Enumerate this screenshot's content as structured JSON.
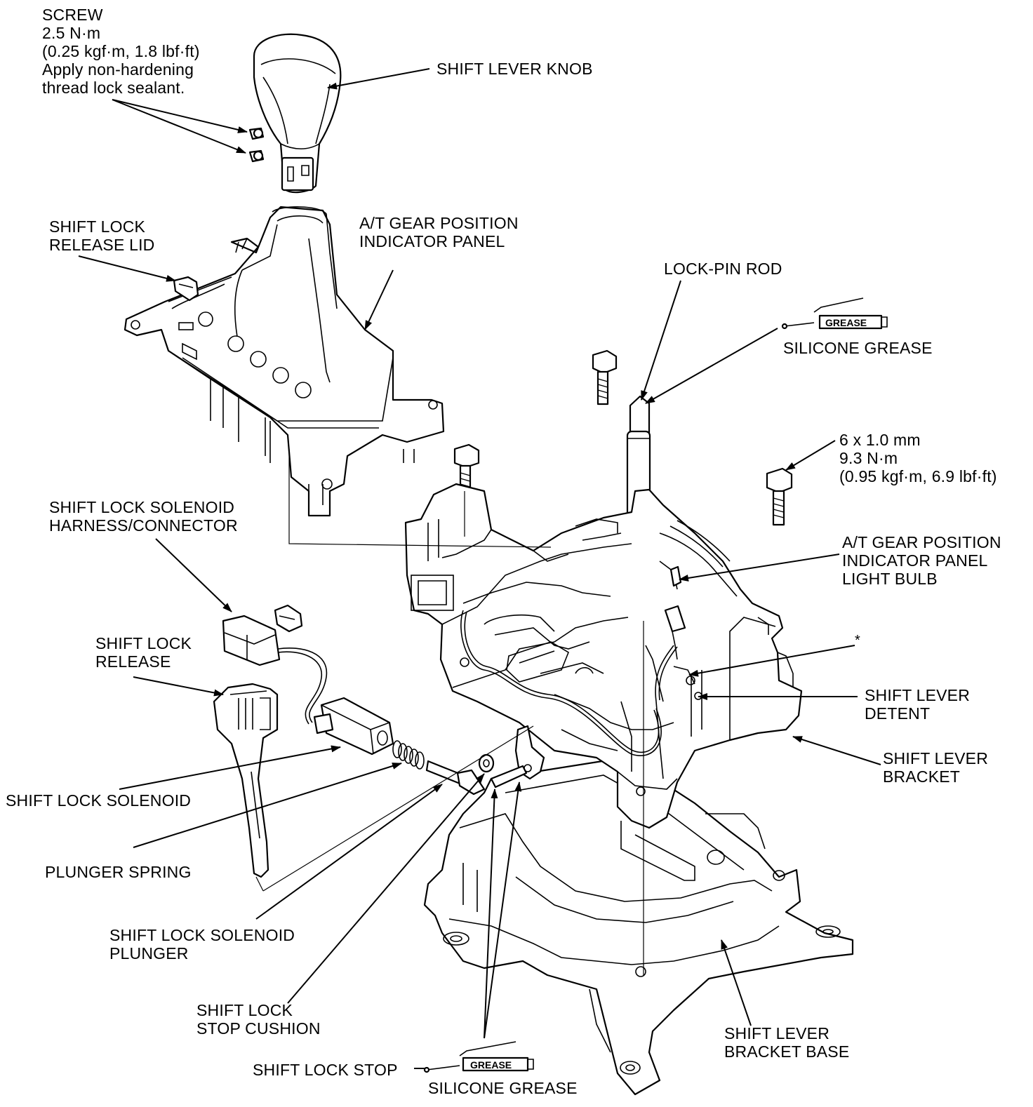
{
  "labels": {
    "screw": [
      "SCREW",
      "2.5 N·m",
      "(0.25 kgf·m, 1.8 lbf·ft)",
      "Apply non-hardening",
      "thread lock sealant."
    ],
    "shift_lever_knob": [
      "SHIFT LEVER KNOB"
    ],
    "shift_lock_release_lid": [
      "SHIFT LOCK",
      "RELEASE LID"
    ],
    "at_gear_position_indicator_panel": [
      "A/T GEAR POSITION",
      "INDICATOR PANEL"
    ],
    "lock_pin_rod": [
      "LOCK-PIN ROD"
    ],
    "silicone_grease_top": [
      "SILICONE GREASE"
    ],
    "bolt_spec": [
      "6 x 1.0 mm",
      "9.3 N·m",
      "(0.95 kgf·m, 6.9 lbf·ft)"
    ],
    "shift_lock_solenoid_harness_connector": [
      "SHIFT LOCK SOLENOID",
      "HARNESS/CONNECTOR"
    ],
    "at_gear_position_indicator_panel_light_bulb": [
      "A/T GEAR POSITION",
      "INDICATOR PANEL",
      "LIGHT BULB"
    ],
    "asterisk": [
      "*"
    ],
    "shift_lock_release": [
      "SHIFT LOCK",
      "RELEASE"
    ],
    "shift_lever_detent": [
      "SHIFT LEVER",
      "DETENT"
    ],
    "shift_lever_bracket": [
      "SHIFT LEVER",
      "BRACKET"
    ],
    "shift_lock_solenoid": [
      "SHIFT LOCK SOLENOID"
    ],
    "plunger_spring": [
      "PLUNGER SPRING"
    ],
    "shift_lock_solenoid_plunger": [
      "SHIFT LOCK SOLENOID",
      "PLUNGER"
    ],
    "shift_lock_stop_cushion": [
      "SHIFT LOCK",
      "STOP CUSHION"
    ],
    "shift_lever_bracket_base": [
      "SHIFT LEVER",
      "BRACKET BASE"
    ],
    "shift_lock_stop": [
      "SHIFT LOCK STOP"
    ],
    "silicone_grease_bottom": [
      "SILICONE GREASE"
    ]
  },
  "grease_icon_text": "GREASE"
}
